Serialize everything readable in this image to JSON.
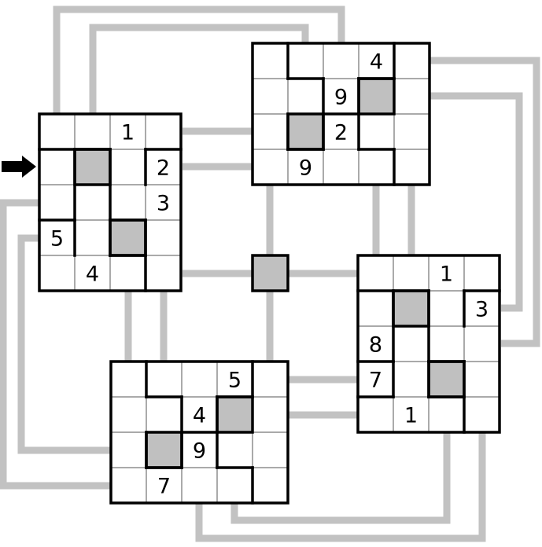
{
  "colors": {
    "connector": "#c2c2c2",
    "shade": "#c0c0c0",
    "line": "#000000"
  },
  "entry_arrow": {
    "icon": "arrow-right-icon"
  },
  "grids": [
    {
      "id": "top-left",
      "cols": 4,
      "rows": 5,
      "givens": [
        [
          0,
          2,
          "1"
        ],
        [
          1,
          3,
          "2"
        ],
        [
          2,
          3,
          "3"
        ],
        [
          3,
          0,
          "5"
        ],
        [
          4,
          1,
          "4"
        ]
      ],
      "shaded": [
        [
          1,
          1
        ],
        [
          3,
          2
        ]
      ]
    },
    {
      "id": "top-right",
      "cols": 5,
      "rows": 4,
      "givens": [
        [
          0,
          3,
          "4"
        ],
        [
          1,
          2,
          "9"
        ],
        [
          2,
          2,
          "2"
        ],
        [
          3,
          1,
          "9"
        ]
      ],
      "shaded": [
        [
          1,
          3
        ],
        [
          2,
          1
        ]
      ]
    },
    {
      "id": "bottom-right",
      "cols": 4,
      "rows": 5,
      "givens": [
        [
          0,
          2,
          "1"
        ],
        [
          1,
          3,
          "3"
        ],
        [
          2,
          0,
          "8"
        ],
        [
          3,
          0,
          "7"
        ],
        [
          4,
          1,
          "1"
        ]
      ],
      "shaded": [
        [
          1,
          1
        ],
        [
          3,
          2
        ]
      ]
    },
    {
      "id": "bottom-left",
      "cols": 5,
      "rows": 4,
      "givens": [
        [
          0,
          3,
          "5"
        ],
        [
          1,
          2,
          "4"
        ],
        [
          2,
          2,
          "9"
        ],
        [
          3,
          1,
          "7"
        ]
      ],
      "shaded": [
        [
          1,
          3
        ],
        [
          2,
          1
        ]
      ]
    }
  ],
  "center_cell": {
    "shaded": true
  }
}
